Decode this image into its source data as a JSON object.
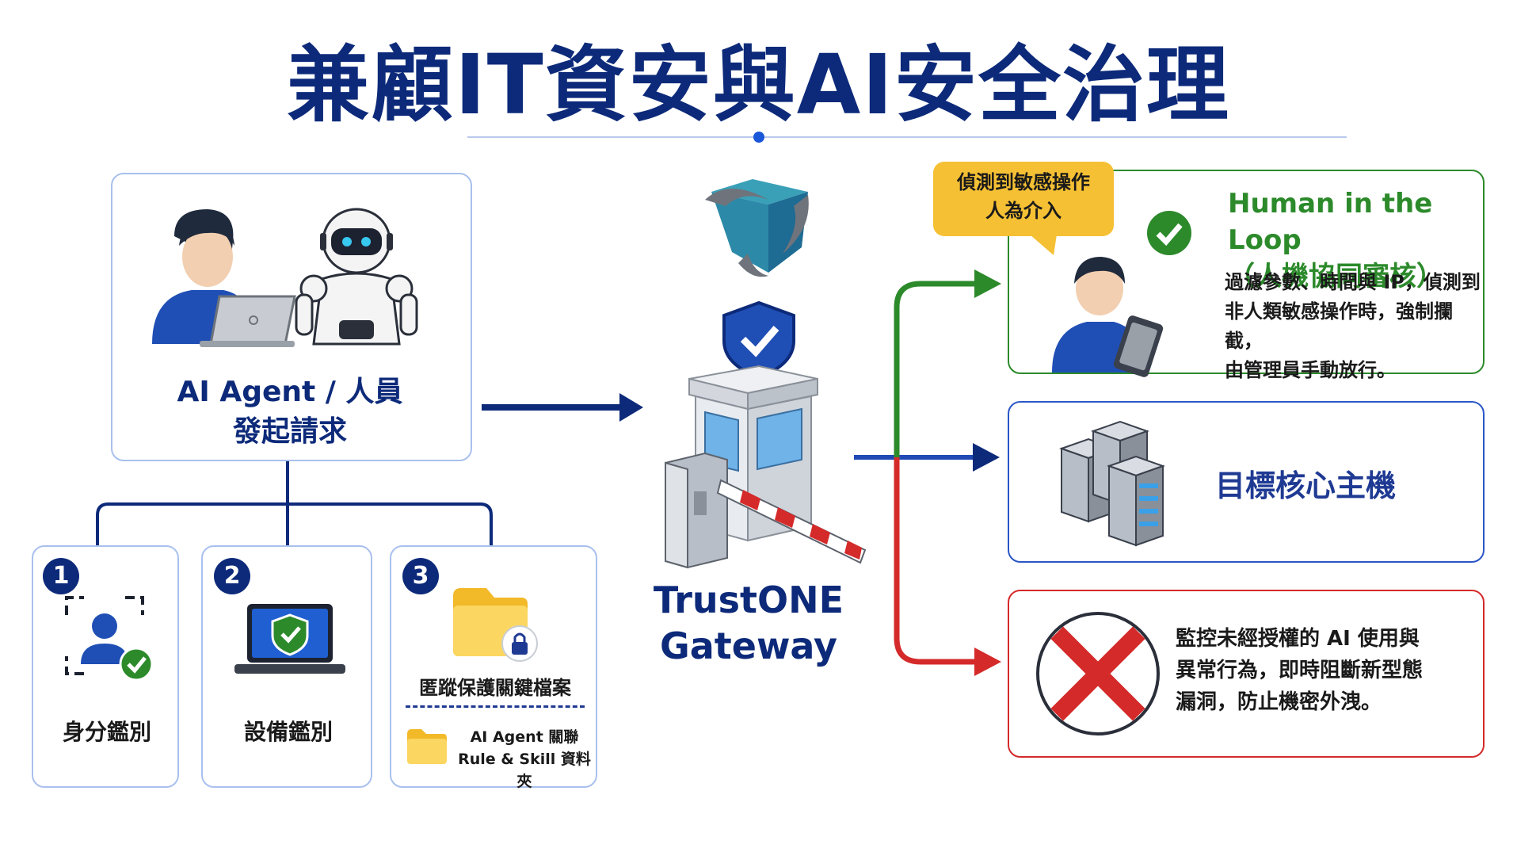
{
  "header": {
    "title": "兼顧IT資安與AI安全治理"
  },
  "requester": {
    "label_line1": "AI Agent / 人員",
    "label_line2": "發起請求"
  },
  "checks": [
    {
      "number": "1",
      "label": "身分鑑別"
    },
    {
      "number": "2",
      "label": "設備鑑別"
    },
    {
      "number": "3",
      "label": "匿蹤保護關鍵檔案",
      "sub_line1": "AI Agent 關聯",
      "sub_line2": "Rule & Skill 資料夾"
    }
  ],
  "gateway": {
    "line1": "TrustONE",
    "line2": "Gateway"
  },
  "outcomes": {
    "hitl": {
      "bubble_line1": "偵測到敏感操作",
      "bubble_line2": "人為介入",
      "title_line1": "Human in the Loop",
      "title_line2": "（人機協同審核）",
      "desc_line1": "過濾參數、時間與 IP，偵測到",
      "desc_line2": "非人類敏感操作時，強制攔截，",
      "desc_line3": "由管理員手動放行。"
    },
    "target": {
      "label": "目標核心主機"
    },
    "block": {
      "desc_line1": "監控未經授權的 AI 使用與",
      "desc_line2": "異常行為，即時阻斷新型態",
      "desc_line3": "漏洞，防止機密外洩。"
    }
  },
  "colors": {
    "navy": "#0d2a7a",
    "green": "#2c8a2b",
    "red": "#d42a2a",
    "amber": "#f5c034",
    "card_border": "#a9c0ee"
  }
}
